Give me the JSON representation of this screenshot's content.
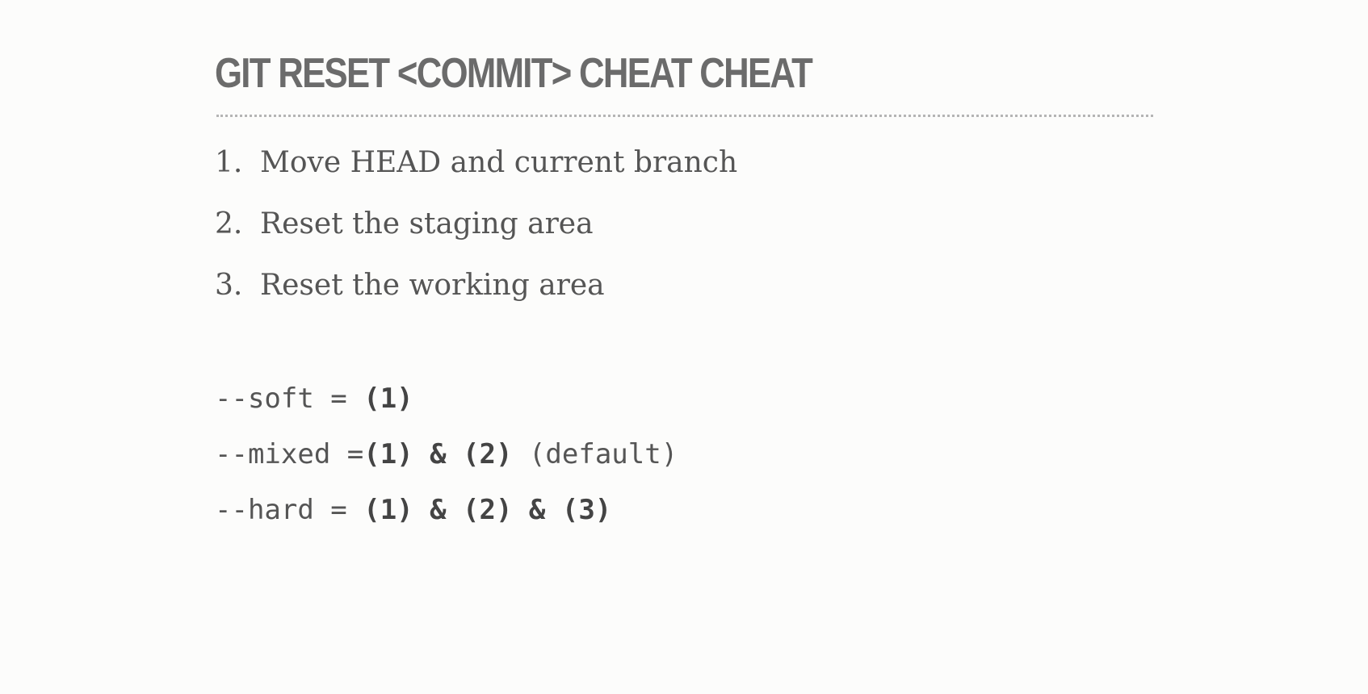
{
  "slide": {
    "title": "GIT RESET <COMMIT> CHEAT CHEAT",
    "steps": [
      {
        "number": "1.",
        "text": "Move HEAD and current branch"
      },
      {
        "number": "2.",
        "text": "Reset the staging area"
      },
      {
        "number": "3.",
        "text": "Reset the working area"
      }
    ],
    "modes": [
      {
        "flag": "--soft = ",
        "steps": "(1)",
        "note": ""
      },
      {
        "flag": "--mixed =",
        "steps": "(1) & (2)",
        "note": " (default)"
      },
      {
        "flag": "--hard = ",
        "steps": "(1) & (2) & (3)",
        "note": ""
      }
    ]
  },
  "colors": {
    "background": "#fcfcfb",
    "title": "#6b6b6b",
    "text": "#555555",
    "divider": "#b4b4b4"
  }
}
